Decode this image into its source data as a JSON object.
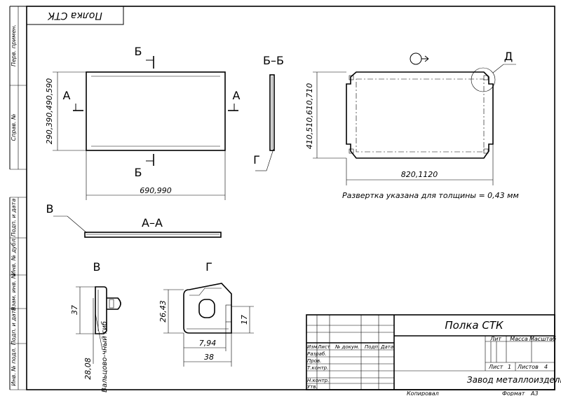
{
  "stamp_top": "Полка СТК",
  "side_labels": [
    "Перв. примен.",
    "Справ. №",
    "Подп. и дата",
    "Инв. № дубл.",
    "Взам. инв. №",
    "Подп. и дата",
    "Инв. № подл."
  ],
  "sections": {
    "b_top": "Б",
    "b_bottom": "Б",
    "a_left": "А",
    "a_right": "А",
    "bb": "Б–Б",
    "aa": "А–А",
    "g_callout": "Г",
    "v_callout": "В",
    "d_callout": "Д",
    "v_detail": "В",
    "g_detail": "Г"
  },
  "dims": {
    "front_height": "290,390,490,590",
    "front_width": "690,990",
    "blank_height": "410,510,610,710",
    "blank_width": "820,1120",
    "v_37": "37",
    "v_2808": "28,08",
    "v_note": "Вальцово-чный гиб",
    "g_2643": "26,43",
    "g_17": "17",
    "g_794": "7,94",
    "g_38": "38"
  },
  "note": "Развертка указана для толщины = 0,43 мм",
  "title_block": {
    "name": "Полка СТК",
    "company": "Завод металлоизделий",
    "col_headers": [
      "Изм",
      "Лист",
      "№ докум.",
      "Подп.",
      "Дата"
    ],
    "row_labels": [
      "Разраб.",
      "Пров.",
      "Т.контр.",
      "Н.контр.",
      "Утв."
    ],
    "lit": "Лит",
    "massa": "Масса",
    "masshtab": "Масштаб",
    "list_label": "Лист",
    "list_value": "1",
    "listov_label": "Листов",
    "listov_value": "4",
    "kopiroval": "Копировал",
    "format_label": "Формат",
    "format_value": "А3"
  }
}
